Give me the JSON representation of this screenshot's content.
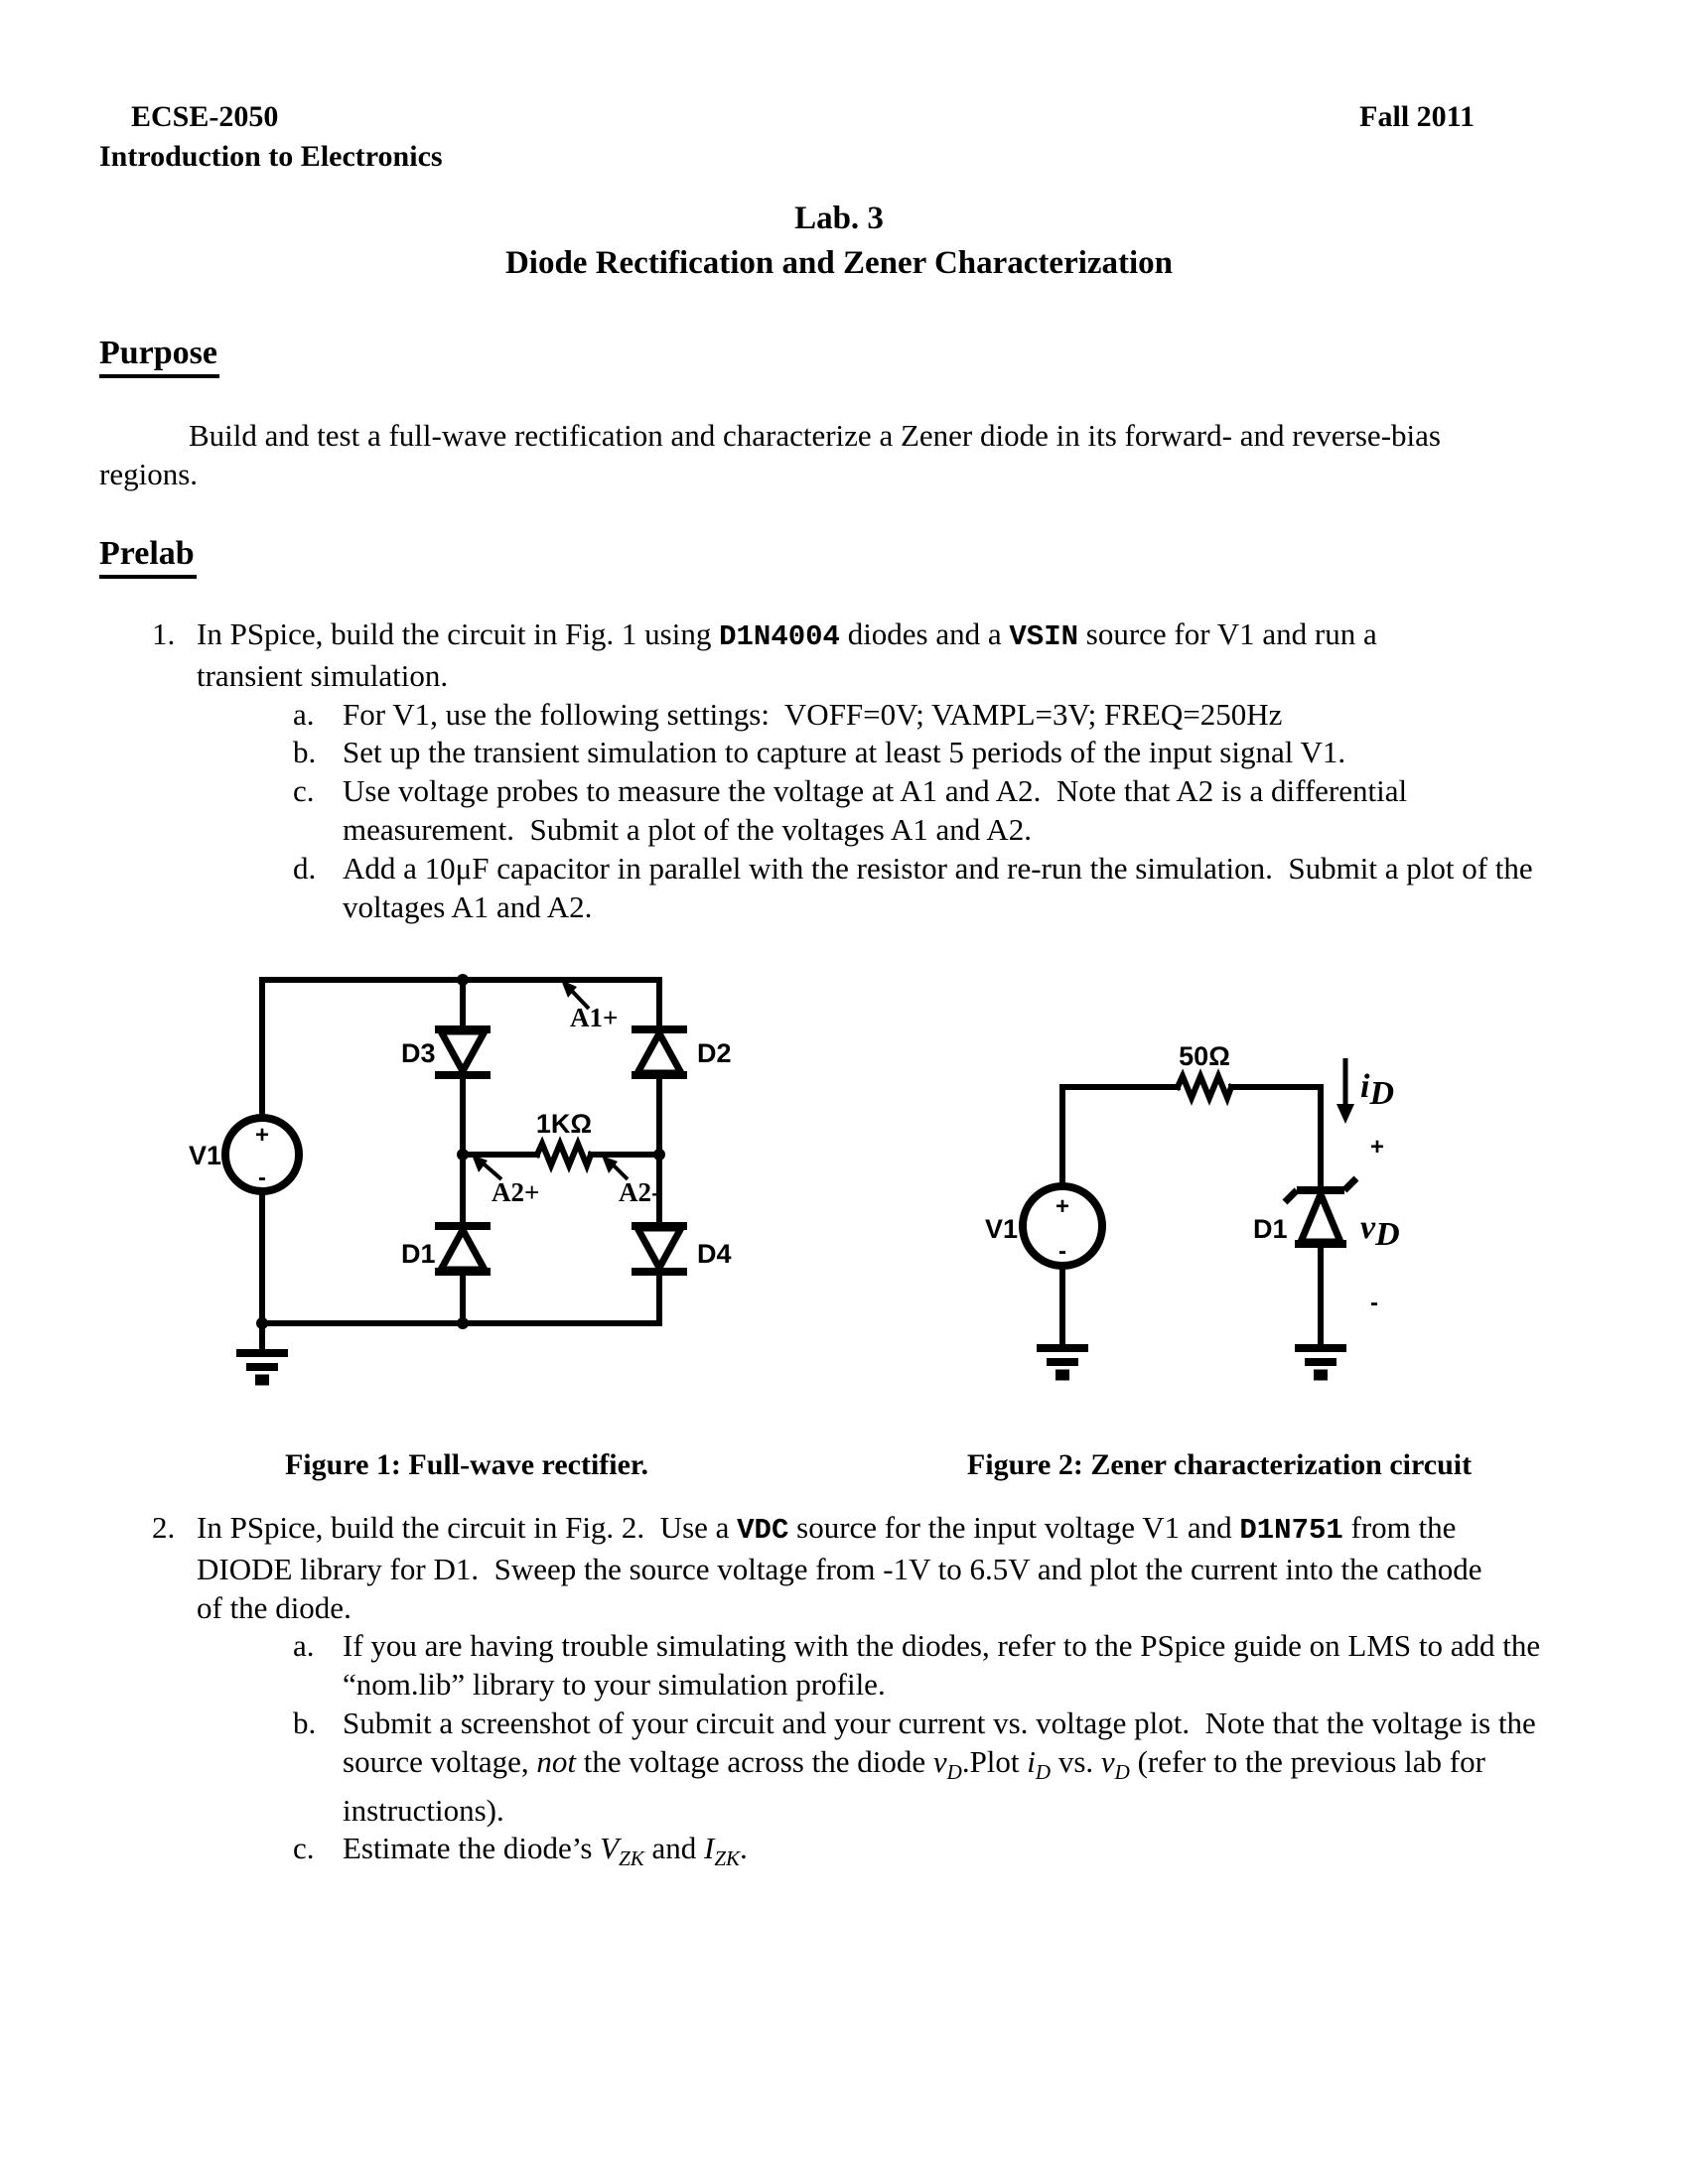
{
  "header": {
    "course_code": "ECSE-2050",
    "course_name": "Introduction to Electronics",
    "term": "Fall 2011"
  },
  "title": {
    "line1": "Lab. 3",
    "line2": "Diode Rectification and Zener Characterization"
  },
  "purpose": {
    "heading": "Purpose",
    "lines": [
      [
        {
          "t": "Build and test a full-wave rectification and characterize a Zener diode in its forward- and reverse-bias"
        }
      ],
      [
        {
          "t": "regions."
        }
      ]
    ]
  },
  "prelab": {
    "heading": "Prelab",
    "items": [
      {
        "marker": "1.",
        "lines": [
          [
            {
              "t": "In PSpice, build the circuit in Fig. 1 using "
            },
            {
              "t": "D1N4004",
              "s": "mono"
            },
            {
              "t": " diodes and a "
            },
            {
              "t": "VSIN",
              "s": "mono"
            },
            {
              "t": " source for V1 and run a"
            }
          ],
          [
            {
              "t": "transient simulation."
            }
          ]
        ],
        "subitems": [
          {
            "marker": "a.",
            "lines": [
              [
                {
                  "t": "For V1, use the following settings:  VOFF=0V; VAMPL=3V; FREQ=250Hz"
                }
              ]
            ]
          },
          {
            "marker": "b.",
            "lines": [
              [
                {
                  "t": "Set up the transient simulation to capture at least 5 periods of the input signal V1."
                }
              ]
            ]
          },
          {
            "marker": "c.",
            "lines": [
              [
                {
                  "t": "Use voltage probes to measure the voltage at A1 and A2.  Note that A2 is a differential"
                }
              ],
              [
                {
                  "t": "measurement.  Submit a plot of the voltages A1 and A2."
                }
              ]
            ]
          },
          {
            "marker": "d.",
            "lines": [
              [
                {
                  "t": "Add a 10μF capacitor in parallel with the resistor and re-run the simulation.  Submit a plot of the"
                }
              ],
              [
                {
                  "t": "voltages A1 and A2."
                }
              ]
            ]
          }
        ]
      },
      {
        "marker": "2.",
        "lines": [
          [
            {
              "t": "In PSpice, build the circuit in Fig. 2.  Use a "
            },
            {
              "t": "VDC",
              "s": "mono"
            },
            {
              "t": " source for the input voltage V1 and "
            },
            {
              "t": "D1N751",
              "s": "mono"
            },
            {
              "t": " from the"
            }
          ],
          [
            {
              "t": "DIODE library for D1.  Sweep the source voltage from -1V to 6.5V and plot the current into the cathode"
            }
          ],
          [
            {
              "t": "of the diode."
            }
          ]
        ],
        "subitems": [
          {
            "marker": "a.",
            "lines": [
              [
                {
                  "t": "If you are having trouble simulating with the diodes, refer to the PSpice guide on LMS to add the"
                }
              ],
              [
                {
                  "t": "“nom.lib” library to your simulation profile."
                }
              ]
            ]
          },
          {
            "marker": "b.",
            "lines": [
              [
                {
                  "t": "Submit a screenshot of your circuit and your current vs. voltage plot.  Note that the voltage is the"
                }
              ],
              [
                {
                  "t": "source voltage, "
                },
                {
                  "t": "not",
                  "s": "ital"
                },
                {
                  "t": " the voltage across the diode "
                },
                {
                  "t": "v",
                  "s": "ivar"
                },
                {
                  "t": "D",
                  "s": "isub"
                },
                {
                  "t": ".Plot "
                },
                {
                  "t": "i",
                  "s": "ivar"
                },
                {
                  "t": "D",
                  "s": "isub"
                },
                {
                  "t": " vs. "
                },
                {
                  "t": "v",
                  "s": "ivar"
                },
                {
                  "t": "D",
                  "s": "isub"
                },
                {
                  "t": " (refer to the previous lab for"
                }
              ],
              [
                {
                  "t": "instructions)."
                }
              ]
            ]
          },
          {
            "marker": "c.",
            "lines": [
              [
                {
                  "t": "Estimate the diode’s "
                },
                {
                  "t": "V",
                  "s": "ivar"
                },
                {
                  "t": "ZK",
                  "s": "isub"
                },
                {
                  "t": " and "
                },
                {
                  "t": "I",
                  "s": "ivar"
                },
                {
                  "t": "ZK",
                  "s": "isub"
                },
                {
                  "t": "."
                }
              ]
            ]
          }
        ]
      }
    ]
  },
  "figure1": {
    "caption": "Figure 1: Full-wave rectifier.",
    "labels": {
      "source": "V1",
      "source_plus": "+",
      "source_minus": "-",
      "d3": "D3",
      "d2": "D2",
      "d1": "D1",
      "d4": "D4",
      "resistor": "1KΩ",
      "probe_a1": "A1+",
      "probe_a2p": "A2+",
      "probe_a2m": "A2-"
    }
  },
  "figure2": {
    "caption": "Figure 2: Zener characterization circuit",
    "labels": {
      "source": "V1",
      "source_plus": "+",
      "source_minus": "-",
      "resistor": "50Ω",
      "diode": "D1",
      "current_var": "i",
      "current_sub": "D",
      "current_plus": "+",
      "voltage_var": "v",
      "voltage_sub": "D",
      "voltage_minus": "-"
    }
  }
}
